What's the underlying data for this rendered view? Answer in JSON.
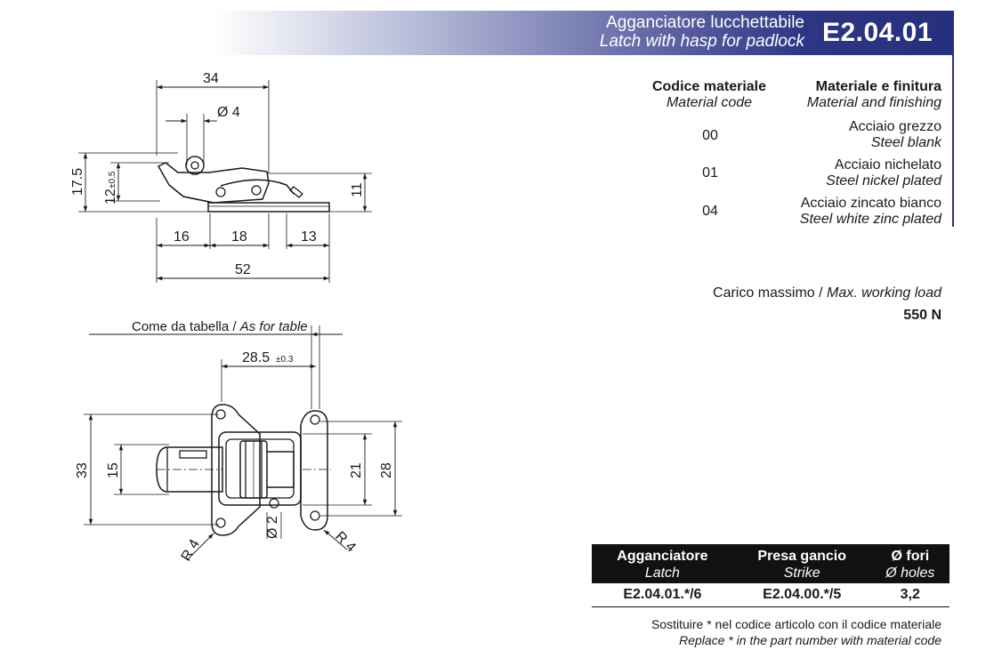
{
  "header": {
    "title_it": "Agganciatore  lucchettabile",
    "title_en": "Latch with  hasp for padlock",
    "code": "E2.04.01"
  },
  "materials": {
    "head_code": "Codice materiale",
    "head_code_en": "Material code",
    "head_mat": "Materiale e finitura",
    "head_mat_en": "Material and finishing",
    "rows": [
      {
        "code": "00",
        "it": "Acciaio grezzo",
        "en": "Steel blank"
      },
      {
        "code": "01",
        "it": "Acciaio nichelato",
        "en": "Steel nickel plated"
      },
      {
        "code": "04",
        "it": "Acciaio zincato bianco",
        "en": "Steel white zinc plated"
      }
    ]
  },
  "load": {
    "label_it": "Carico massimo / ",
    "label_en": "Max. working load",
    "value": "550 N"
  },
  "table": {
    "headers": [
      {
        "it": "Agganciatore",
        "en": "Latch"
      },
      {
        "it": "Presa gancio",
        "en": "Strike"
      },
      {
        "it": "Ø fori",
        "en": "Ø holes"
      }
    ],
    "row": [
      "E2.04.01.*/6",
      "E2.04.00.*/5",
      "3,2"
    ]
  },
  "note": {
    "it": "Sostituire * nel codice articolo con il codice materiale",
    "en": "Replace * in the part number with material code"
  },
  "drawing_side": {
    "dim_34": "34",
    "dim_d4": "Ø 4",
    "dim_17_5": "17.5",
    "dim_12": "12",
    "dim_12_tol": "±0.5",
    "dim_11": "11",
    "dim_16": "16",
    "dim_18": "18",
    "dim_13": "13",
    "dim_52": "52"
  },
  "drawing_top": {
    "table_note_it": "Come da tabella / ",
    "table_note_en": "As for table",
    "dim_28_5": "28.5",
    "dim_28_5_tol": "±0.3",
    "dim_33": "33",
    "dim_15": "15",
    "dim_21": "21",
    "dim_28": "28",
    "dim_r4_left": "R 4",
    "dim_d2": "Ø 2",
    "dim_r4_right": "R 4"
  }
}
